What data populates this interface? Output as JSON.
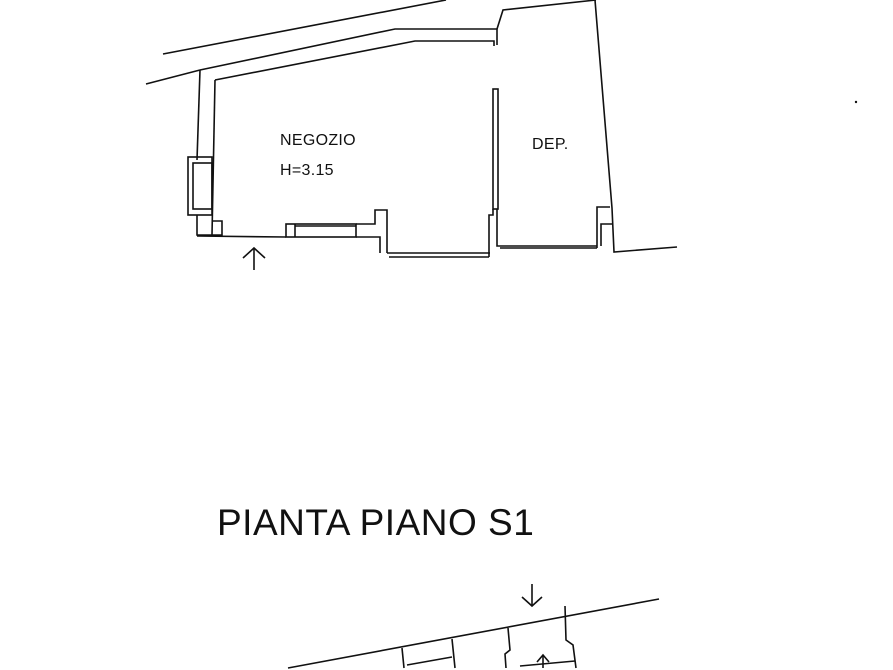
{
  "plan_upper": {
    "rooms": [
      {
        "name": "NEGOZIO",
        "height_label": "H=3.15"
      },
      {
        "name": "DEP."
      }
    ],
    "entrance_arrow": "arrow-up-icon"
  },
  "plan_lower": {
    "title": "PIANTA PIANO S1",
    "entrance_arrow": "arrow-down-icon"
  },
  "colors": {
    "line": "#111111",
    "background": "#ffffff"
  }
}
